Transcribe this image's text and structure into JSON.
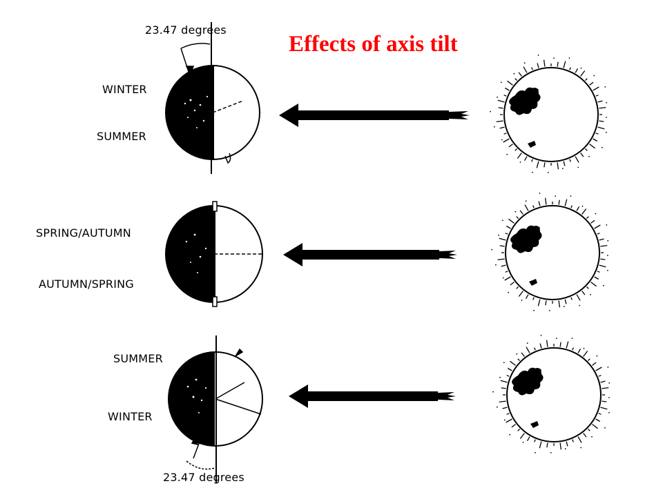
{
  "title": "Effects of axis tilt",
  "title_color": "#ff0000",
  "tilt_label_top": "23.47 degrees",
  "tilt_label_bottom": "23.47 degrees",
  "rows": [
    {
      "upper": "WINTER",
      "lower": "SUMMER"
    },
    {
      "upper": "SPRING/AUTUMN",
      "lower": "AUTUMN/SPRING"
    },
    {
      "upper": "SUMMER",
      "lower": "WINTER"
    }
  ],
  "icons": {
    "earth": "earth-globe-icon",
    "sun": "sun-icon",
    "arrow": "sunlight-arrow-icon"
  }
}
